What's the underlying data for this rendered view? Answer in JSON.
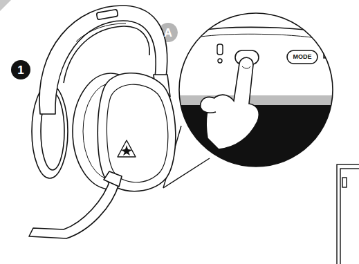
{
  "diagram": {
    "labels": [
      "1",
      "A",
      "MODE"
    ]
  }
}
